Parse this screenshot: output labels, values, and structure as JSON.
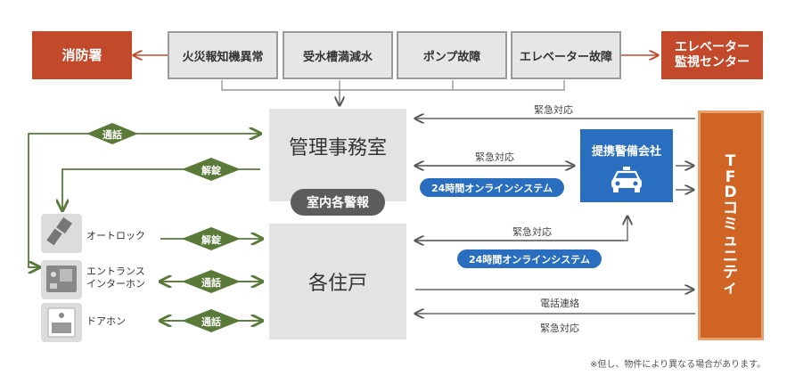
{
  "fire_station": "消防署",
  "elevator_center": "エレベーター\n監視センター",
  "alarms": [
    "火災報知機異常",
    "受水槽満減水",
    "ポンプ故障",
    "エレベーター故障"
  ],
  "management_office": "管理事務室",
  "office_alarm": "室内各警報",
  "units": "各住戸",
  "security_company": "提携警備会社",
  "tfd": "TFDコミュニティ",
  "labels": {
    "emergency": "緊急対応",
    "phone": "電話連絡",
    "online": "24時間オンラインシステム",
    "call": "通話",
    "unlock": "解錠"
  },
  "devices": {
    "autolock": "オートロック",
    "entrance": "エントランス\nインターホン",
    "doorphone": "ドアホン"
  },
  "note": "※但し、物件により異なる場合があります。"
}
